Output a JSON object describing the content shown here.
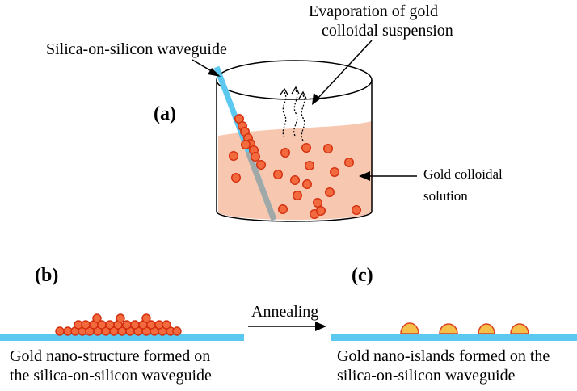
{
  "colors": {
    "waveguide": "#5bc8f0",
    "solution": "#f8c7b0",
    "particle_fill": "#f26a3d",
    "particle_stroke": "#d32f0f",
    "island_fill": "#f5c04a",
    "island_stroke": "#d9431e",
    "wet_fiber": "#a0a8a8",
    "line": "#000000"
  },
  "labels": {
    "panel_a": "(a)",
    "panel_b": "(b)",
    "panel_c": "(c)",
    "waveguide": "Silica-on-silicon waveguide",
    "evaporation_line1": "Evaporation of gold",
    "evaporation_line2": "colloidal suspension",
    "solution_line1": "Gold colloidal",
    "solution_line2": "solution",
    "annealing": "Annealing",
    "b_caption_line1": "Gold nano-structure formed on",
    "b_caption_line2": "the silica-on-silicon waveguide",
    "c_caption_line1": "Gold nano-islands formed on the",
    "c_caption_line2": "silica-on-silicon waveguide"
  }
}
